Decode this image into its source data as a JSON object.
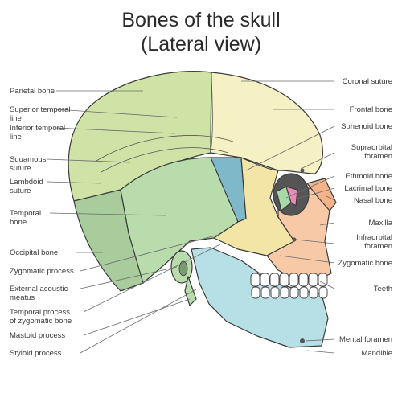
{
  "title": {
    "line1": "Bones of the skull",
    "line2": "(Lateral view)"
  },
  "colors": {
    "parietal": "#cfe3a6",
    "frontal": "#f6f1c4",
    "temporal": "#b9dcad",
    "occipital": "#a9cc9c",
    "sphenoid": "#7fb8c8",
    "zygomatic": "#f2e5a6",
    "maxilla": "#f7c9a6",
    "nasal": "#f4b38a",
    "ethmoid": "#a9d9a8",
    "lacrimal": "#e98bb8",
    "mandible": "#b7dfe6",
    "teeth": "#ffffff",
    "orbit": "#555555"
  },
  "labels_left": [
    "Parietal bone",
    "Superior temporal",
    "line",
    "Inferior temporal",
    "line",
    "Squamous",
    "suture",
    "Lambdoid",
    "suture",
    "Temporal",
    "bone",
    "Occipital bone",
    "Zygomatic process",
    "External acoustic",
    "meatus",
    "Temporal process",
    "of zygomatic bone",
    "Mastoid process",
    "Styloid process"
  ],
  "labels_right": [
    "Coronal suture",
    "Frontal bone",
    "Sphenoid bone",
    "Supraorbital",
    "foramen",
    "Ethmoid bone",
    "Lacrimal bone",
    "Nasal bone",
    "Maxilla",
    "Infraorbital",
    "foramen",
    "Zygomatic bone",
    "Teeth",
    "Mental foramen",
    "Mandible"
  ]
}
